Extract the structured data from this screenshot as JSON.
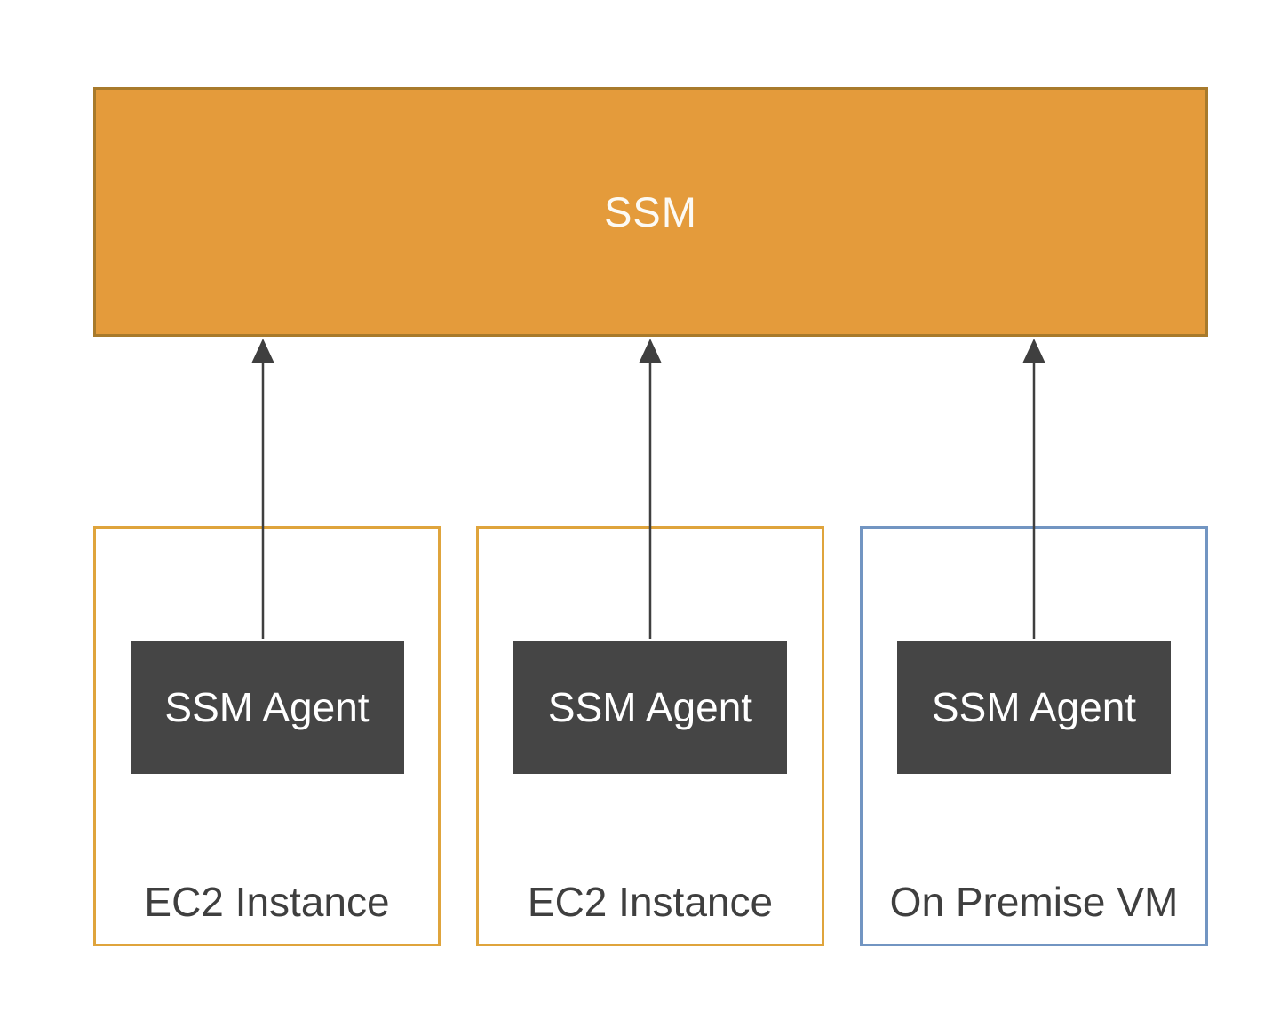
{
  "diagram": {
    "ssm_box": {
      "label": "SSM"
    },
    "hosts": [
      {
        "id": "ec2-instance-1",
        "label": "EC2 Instance",
        "agent_label": "SSM Agent",
        "border_color": "#DFA43C"
      },
      {
        "id": "ec2-instance-2",
        "label": "EC2 Instance",
        "agent_label": "SSM Agent",
        "border_color": "#DFA43C"
      },
      {
        "id": "on-premise-vm",
        "label": "On Premise VM",
        "agent_label": "SSM Agent",
        "border_color": "#7295C2"
      }
    ],
    "connections": [
      {
        "from": "SSM Agent in EC2 Instance 1",
        "to": "SSM",
        "direction": "up"
      },
      {
        "from": "SSM Agent in EC2 Instance 2",
        "to": "SSM",
        "direction": "up"
      },
      {
        "from": "SSM Agent in On Premise VM",
        "to": "SSM",
        "direction": "up"
      }
    ],
    "colors": {
      "ssm_fill": "#E49B3B",
      "ssm_border": "#A87A2B",
      "ssm_text": "#FCFAF4",
      "ec2_border": "#DFA43C",
      "onprem_border": "#7295C2",
      "agent_fill": "#454545",
      "agent_text": "#FFFFFF",
      "host_label_text": "#3F3F3F",
      "arrow": "#3F3F3F",
      "background": "#FFFFFF"
    }
  }
}
